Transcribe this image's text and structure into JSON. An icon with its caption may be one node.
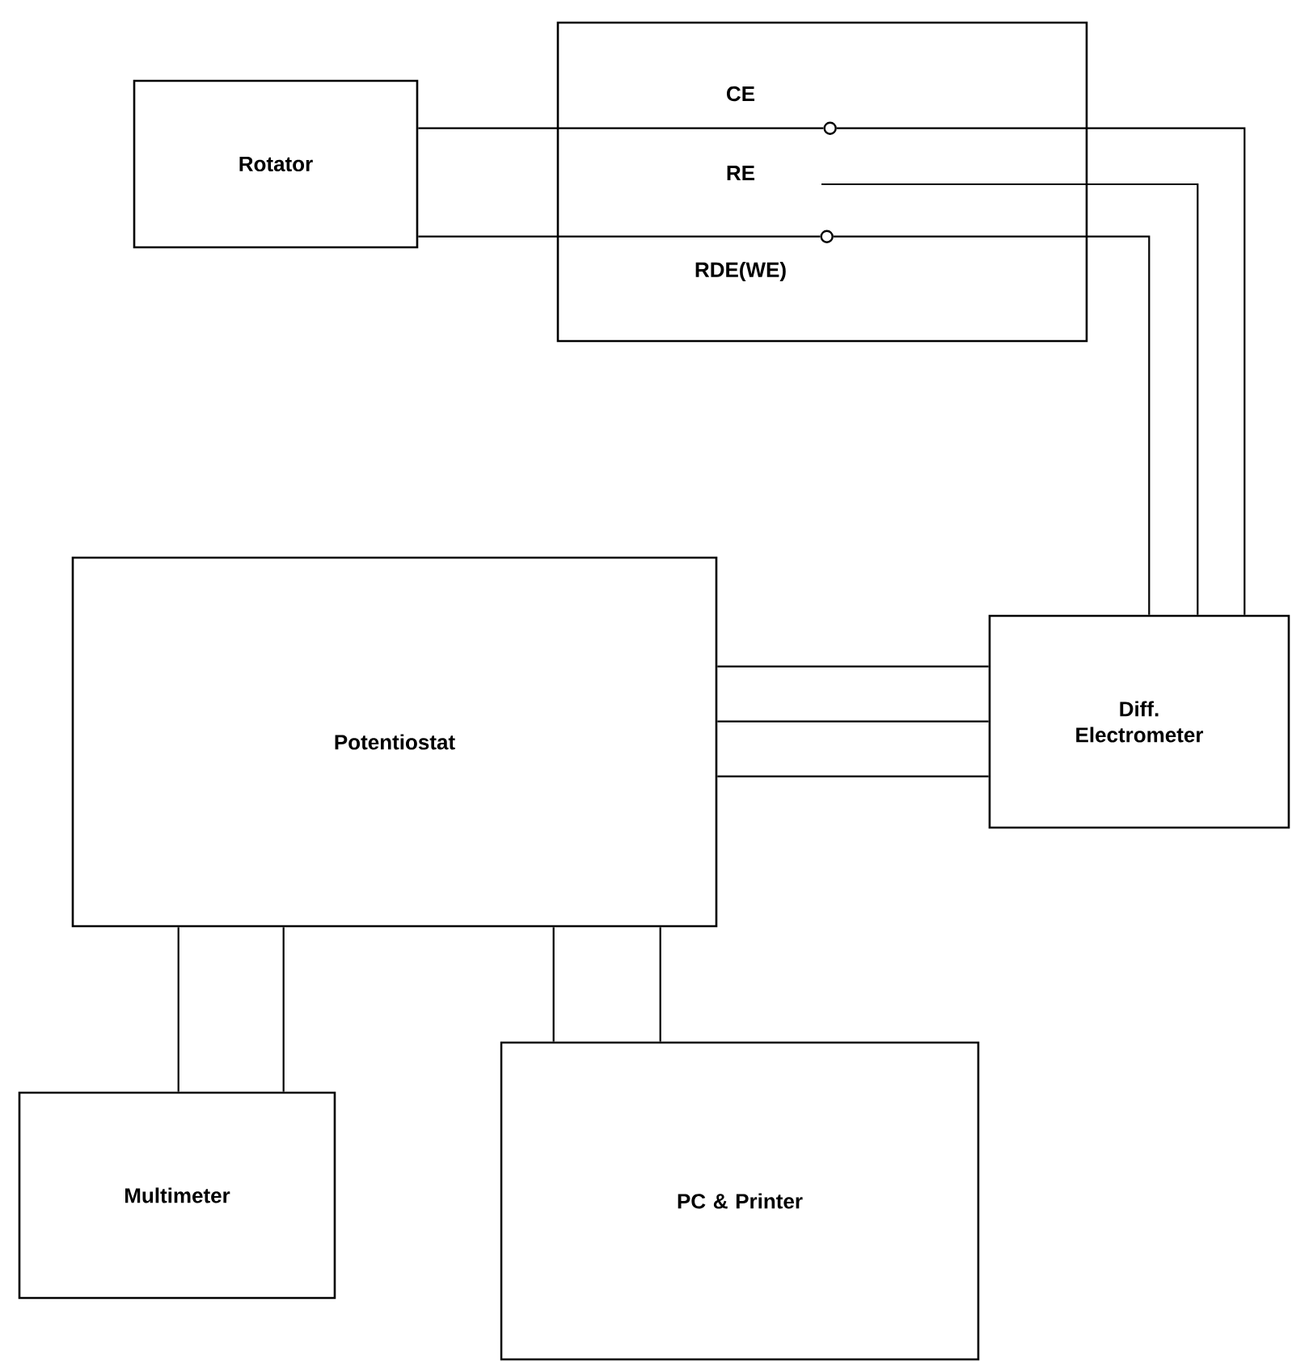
{
  "diagram": {
    "nodes": [
      {
        "text": [
          "Rotator"
        ]
      },
      {
        "text": [
          "CE",
          "RE",
          "RDE(WE)"
        ]
      },
      {
        "text": [],
        "shape": "circle",
        "in": 1
      },
      {
        "text": [],
        "shape": "circle",
        "in": 1
      },
      {
        "text": [
          "Potentiostat"
        ]
      },
      {
        "text": [
          "Diff. Electrometer"
        ]
      },
      {
        "text": [
          "Multimeter"
        ]
      },
      {
        "text": [
          "PC & Printer"
        ]
      }
    ],
    "edges": [
      {
        "from": 0,
        "to": 2,
        "arrow": "none"
      },
      {
        "from": 0,
        "to": 3,
        "arrow": "none"
      },
      {
        "from": 2,
        "to": 5,
        "arrow": "none"
      },
      {
        "from": null,
        "to": 5,
        "arrow": "none"
      },
      {
        "from": 3,
        "to": 5,
        "arrow": "none"
      },
      {
        "from": 4,
        "to": 5,
        "arrow": "none"
      },
      {
        "from": 4,
        "to": 5,
        "arrow": "none"
      },
      {
        "from": 4,
        "to": 5,
        "arrow": "none"
      },
      {
        "from": 4,
        "to": 6,
        "arrow": "none"
      },
      {
        "from": 4,
        "to": 6,
        "arrow": "none"
      },
      {
        "from": 4,
        "to": 7,
        "arrow": "none"
      },
      {
        "from": 4,
        "to": 7,
        "arrow": "none"
      }
    ]
  }
}
